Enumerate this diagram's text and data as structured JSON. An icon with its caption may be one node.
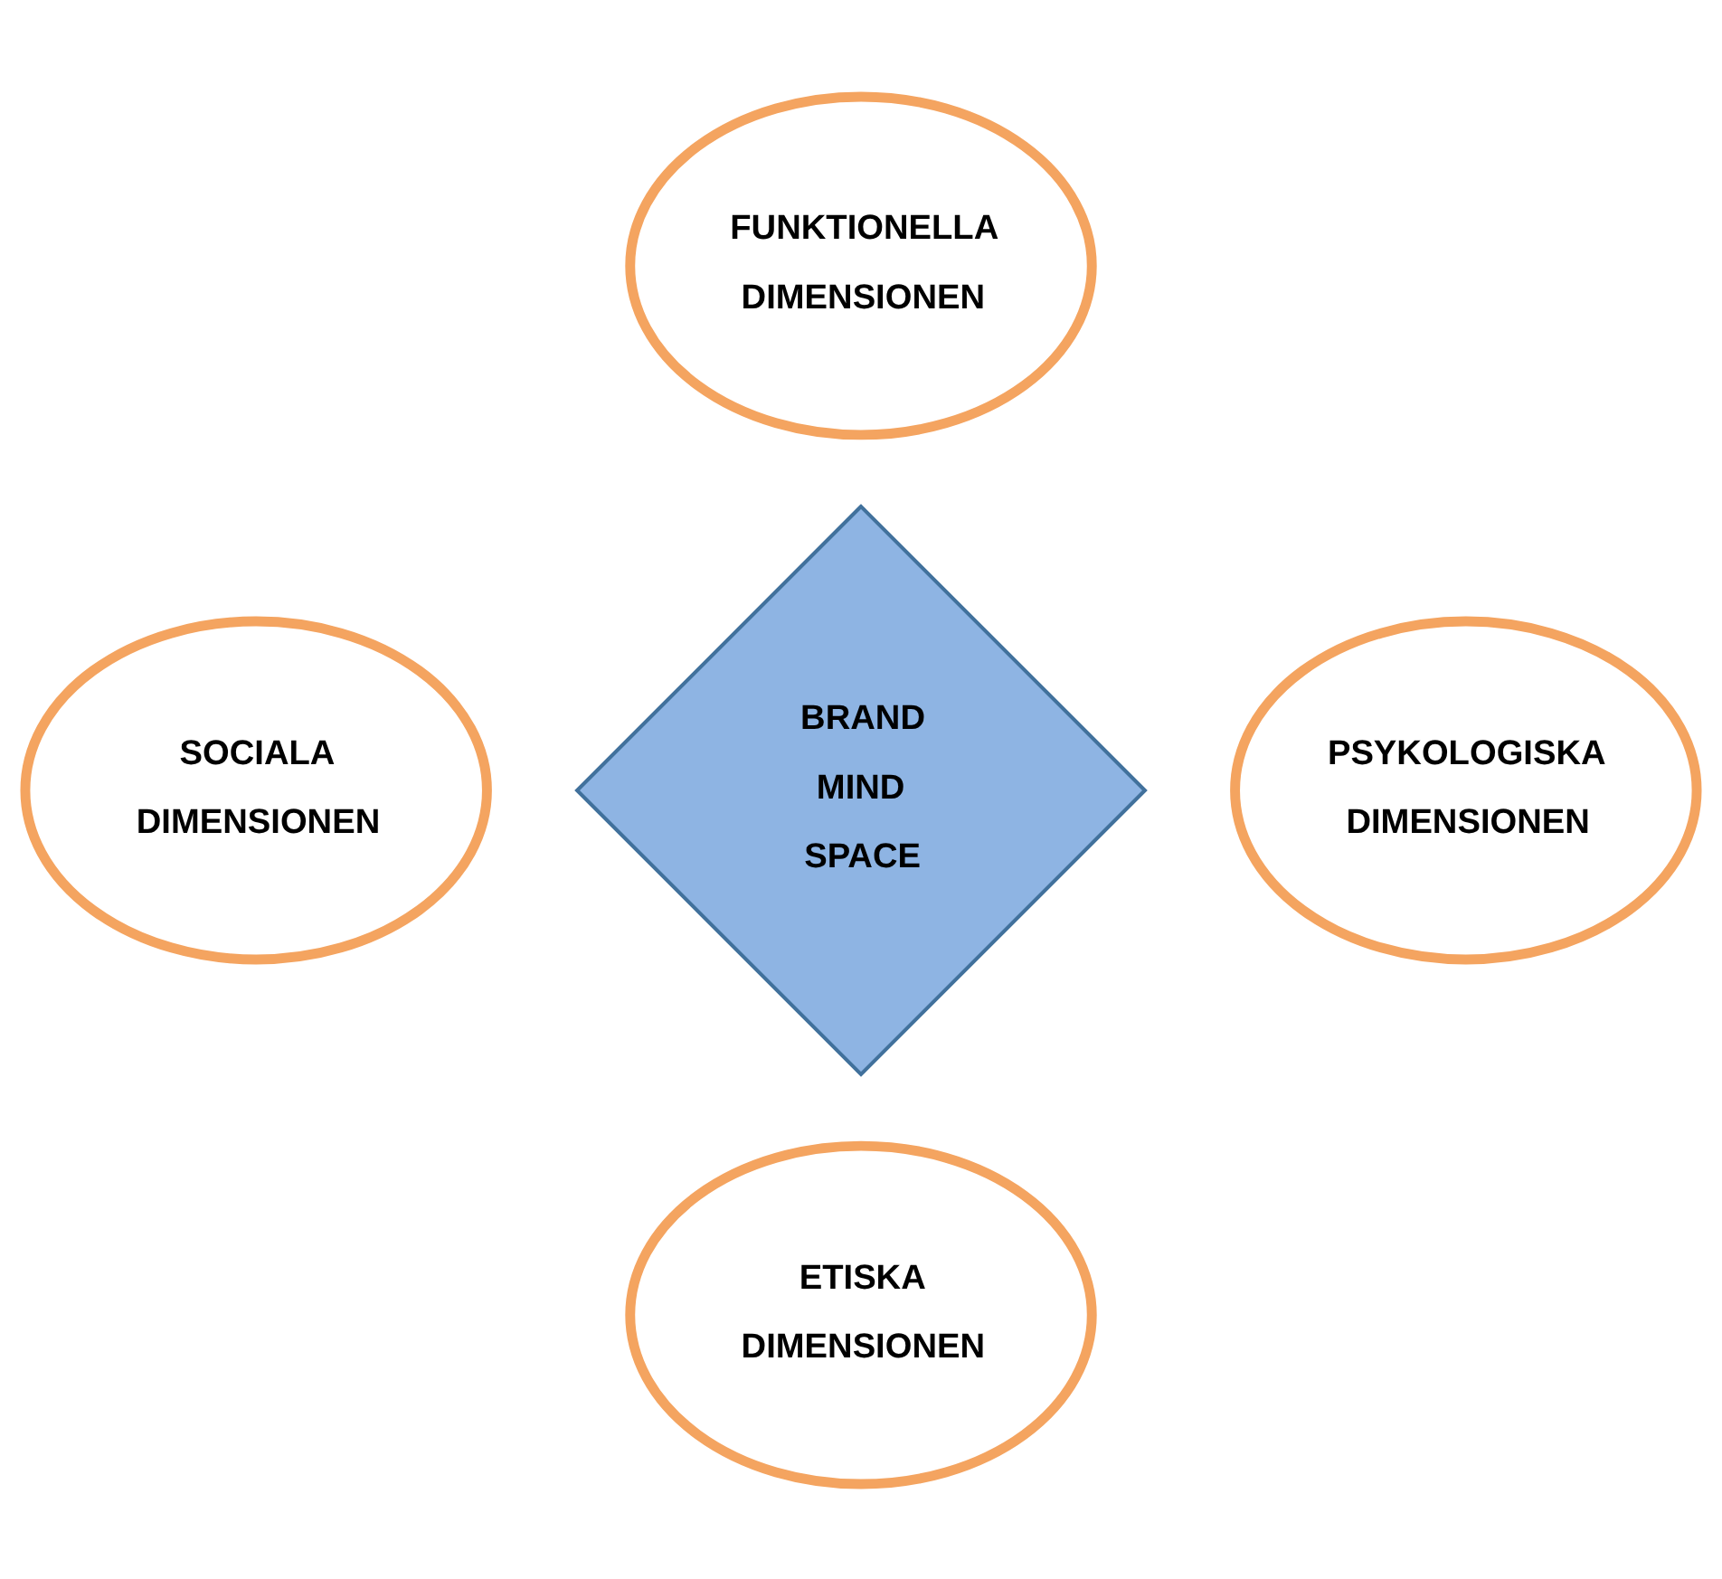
{
  "diagram": {
    "nodes": [
      {
        "text": [
          "FUNKTIONELLA DIMENSIONEN"
        ]
      },
      {
        "text": [
          "SOCIALA DIMENSIONEN"
        ]
      },
      {
        "text": [
          "BRAND MIND SPACE"
        ]
      },
      {
        "text": [
          "PSYKOLOGISKA DIMENSIONEN"
        ]
      },
      {
        "text": [
          "ETISKA DIMENSIONEN"
        ]
      }
    ]
  }
}
